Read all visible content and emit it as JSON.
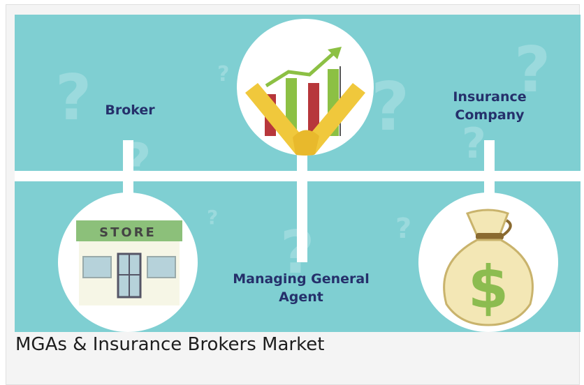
{
  "banner": {
    "labels": {
      "broker": "Broker",
      "insurance_company_line1": "Insurance",
      "insurance_company_line2": "Company",
      "mga_line1": "Managing General",
      "mga_line2": "Agent"
    },
    "store_sign": "STORE",
    "colors": {
      "background": "#7fcfd2",
      "label_text": "#25306b",
      "bar_green": "#8cc044",
      "bar_red": "#b7373b",
      "handshake": "#f0c83c",
      "money_bag": "#f3e7b5"
    },
    "icons": [
      "growth-chart-icon",
      "handshake-icon",
      "store-icon",
      "money-bag-icon",
      "question-mark-icon"
    ]
  },
  "caption": "MGAs & Insurance Brokers Market"
}
